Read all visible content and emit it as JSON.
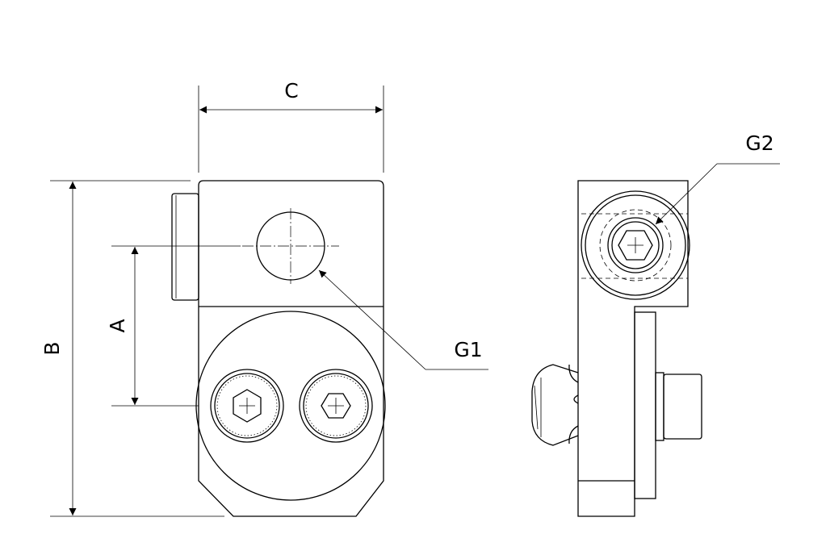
{
  "drawing": {
    "labels": {
      "a": "A",
      "b": "B",
      "c": "C",
      "g1": "G1",
      "g2": "G2"
    }
  }
}
